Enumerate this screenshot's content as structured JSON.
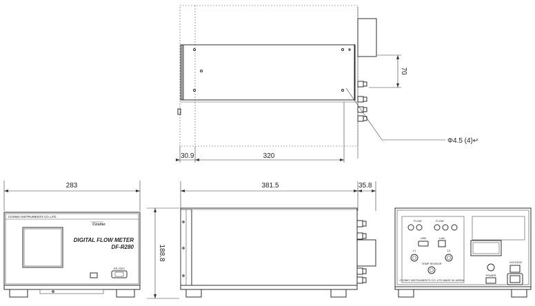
{
  "dimensions": {
    "top_height": "70",
    "top_left_offset": "30.9",
    "top_length": "320",
    "hole_note": "Φ4.5 (4)↵",
    "front_width": "283",
    "side_length": "381.5",
    "side_protrusion": "35.8",
    "height": "188.8"
  },
  "front_panel": {
    "company": "COSMO INSTRUMENTS CO.,LTD.",
    "logo": "Cosmo",
    "title_line1": "DIGITAL FLOW METER",
    "title_line2": "DF-R280",
    "rs_label": "RS-232C"
  },
  "rear_panel": {
    "connector_labels": [
      "FLOW",
      "FLOW",
      "USB",
      "LAN",
      "L1",
      "L2",
      "TEMP SENSOR",
      "VOLTAGE",
      "POWER"
    ],
    "footer_text": "COSMO INSTRUMENTS CO.,LTD MADE IN JAPAN"
  }
}
